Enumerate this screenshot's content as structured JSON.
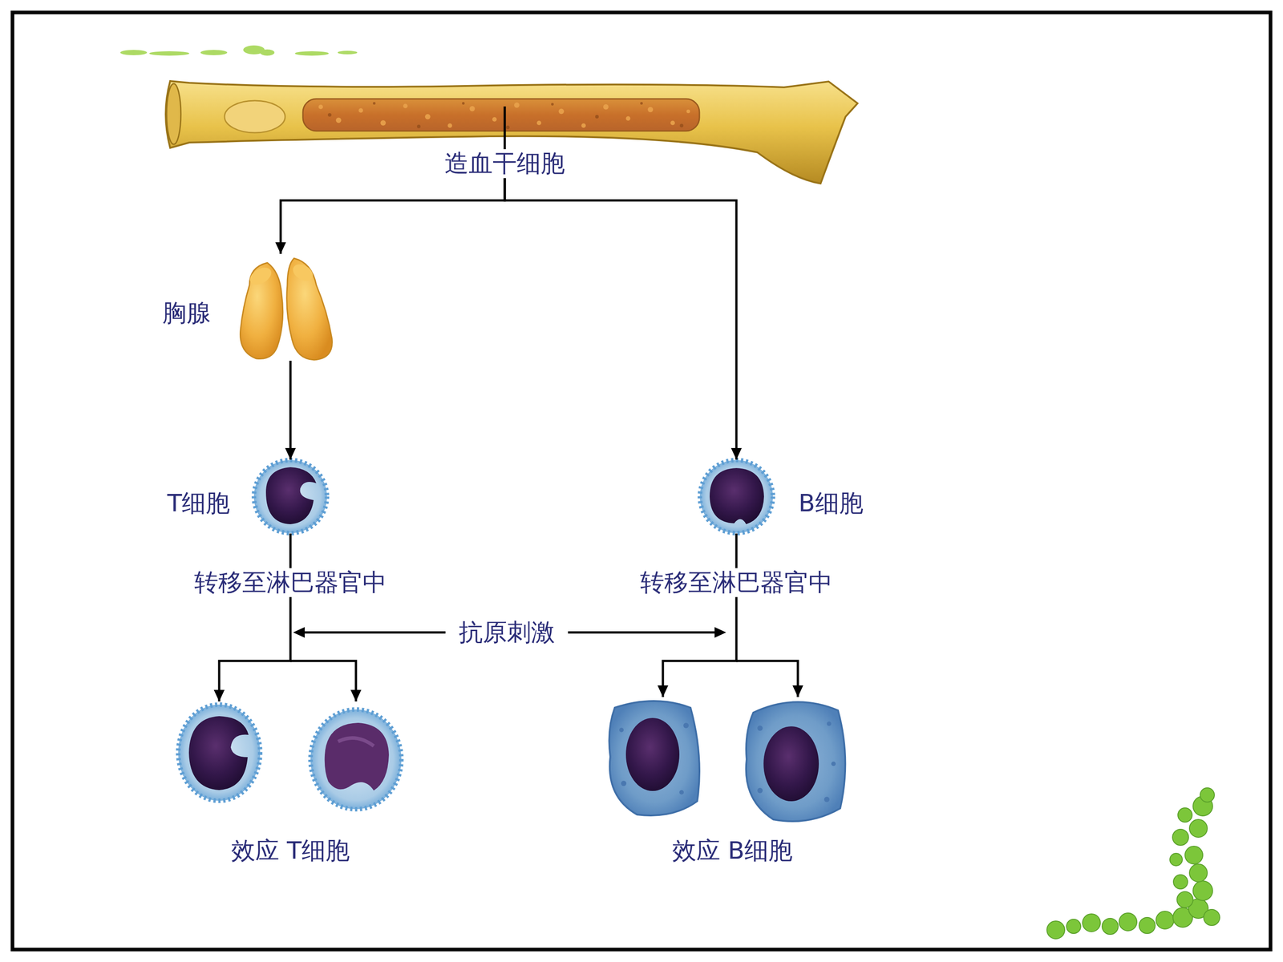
{
  "diagram": {
    "nodes": [
      {
        "text": [
          "造血干细胞"
        ]
      },
      {
        "text": [
          "胸腺"
        ]
      },
      {
        "text": [
          "T细胞"
        ]
      },
      {
        "text": [
          "B细胞"
        ]
      },
      {
        "text": [
          "效应 T细胞"
        ]
      },
      {
        "text": [
          "效应 B细胞"
        ]
      }
    ],
    "edges": [
      {
        "from": 0,
        "to": 1,
        "arrow": "to"
      },
      {
        "from": 0,
        "to": 3,
        "arrow": "to"
      },
      {
        "from": 1,
        "to": 2,
        "arrow": "to"
      },
      {
        "from": 2,
        "to": 4,
        "label": "转移至淋巴器官中",
        "arrow": "to"
      },
      {
        "from": 3,
        "to": 5,
        "label": "转移至淋巴器官中",
        "arrow": "to"
      }
    ],
    "labels": [
      "抗原刺激"
    ]
  }
}
